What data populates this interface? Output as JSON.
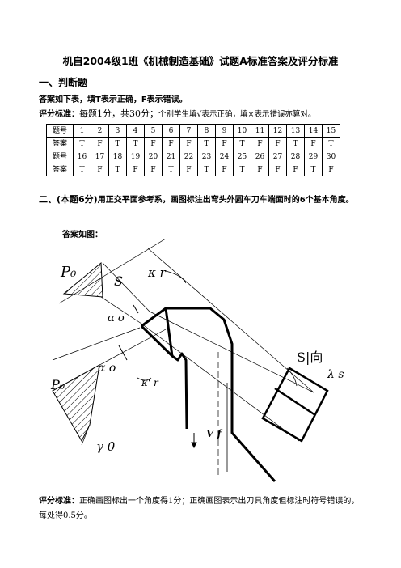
{
  "title": "机自2004级1班《机械制造基础》试题A标准答案及评分标准",
  "section1": {
    "heading": "一、判断题",
    "instruction": "答案如下表，填T表示正确，F表示错误。",
    "criteria_label": "评分标准：",
    "criteria_points": "每题1分，共30分；",
    "criteria_note": "个别学生填√表示正确，填×表示错误亦算对。"
  },
  "table": {
    "row_label_q": "题号",
    "row_label_a": "答案",
    "rows": [
      {
        "q": [
          "1",
          "2",
          "3",
          "4",
          "5",
          "6",
          "7",
          "8",
          "9",
          "10",
          "11",
          "12",
          "13",
          "14",
          "15"
        ],
        "a": [
          "T",
          "F",
          "T",
          "T",
          "F",
          "F",
          "F",
          "T",
          "F",
          "T",
          "F",
          "F",
          "T",
          "F",
          "T"
        ]
      },
      {
        "q": [
          "16",
          "17",
          "18",
          "19",
          "20",
          "21",
          "22",
          "23",
          "24",
          "25",
          "26",
          "27",
          "28",
          "29",
          "30"
        ],
        "a": [
          "T",
          "F",
          "T",
          "F",
          "F",
          "T",
          "F",
          "T",
          "F",
          "T",
          "F",
          "F",
          "F",
          "T",
          "F"
        ]
      }
    ]
  },
  "section2": {
    "heading": "二、(本题6分)",
    "text": "用正交平面参考系，画图标注出弯头外圆车刀车端面时的6个基本角度。",
    "answer_label": "答案如图：",
    "figure_labels": {
      "p0_top": "P₀",
      "s_top": "S",
      "kappa_r": "κ r",
      "alpha_top": "α o",
      "alpha_side": "α o",
      "kappa_r_prime": "κ' r",
      "p0_left": "P₀",
      "gamma0": "γ 0",
      "s_dir": "S|向",
      "lambda_s": "λ s",
      "vf": "V f"
    }
  },
  "footer": {
    "label": "评分标准：",
    "text": "正确画图标出一个角度得1分；正确画图表示出刀具角度但标注时符号错误的，每处得0.5分。"
  }
}
